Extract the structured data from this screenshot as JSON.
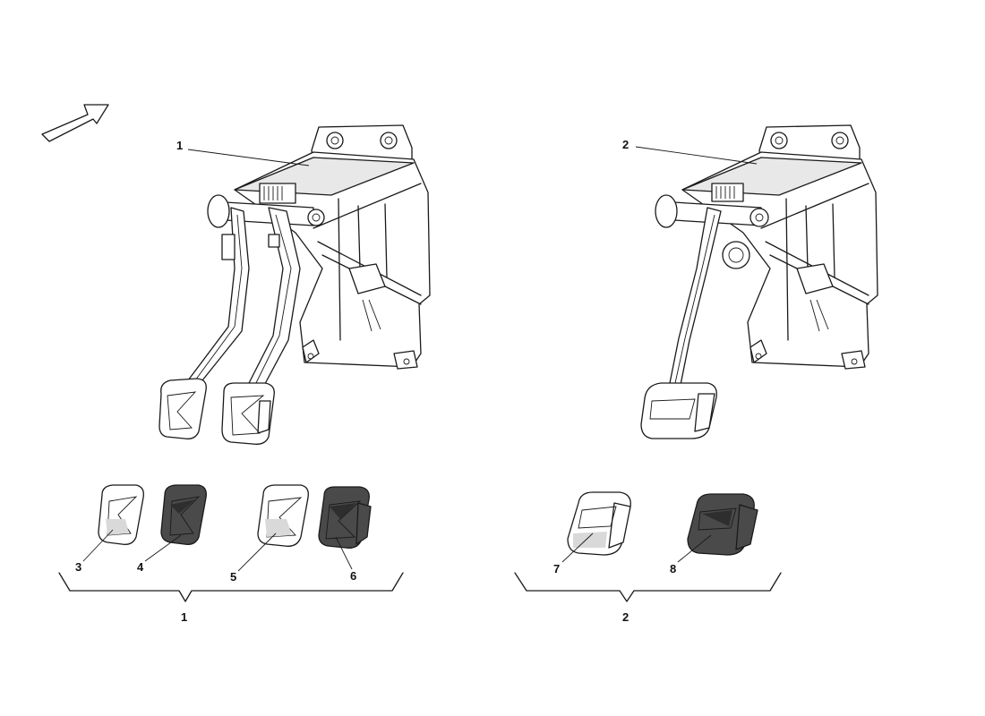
{
  "callouts": {
    "assembly_left": "1",
    "assembly_right": "2",
    "pad_3": "3",
    "pad_4": "4",
    "pad_5": "5",
    "pad_6": "6",
    "pad_7": "7",
    "pad_8": "8",
    "group_left": "1",
    "group_right": "2"
  },
  "icons": {
    "direction_arrow": "arrow-icon"
  }
}
